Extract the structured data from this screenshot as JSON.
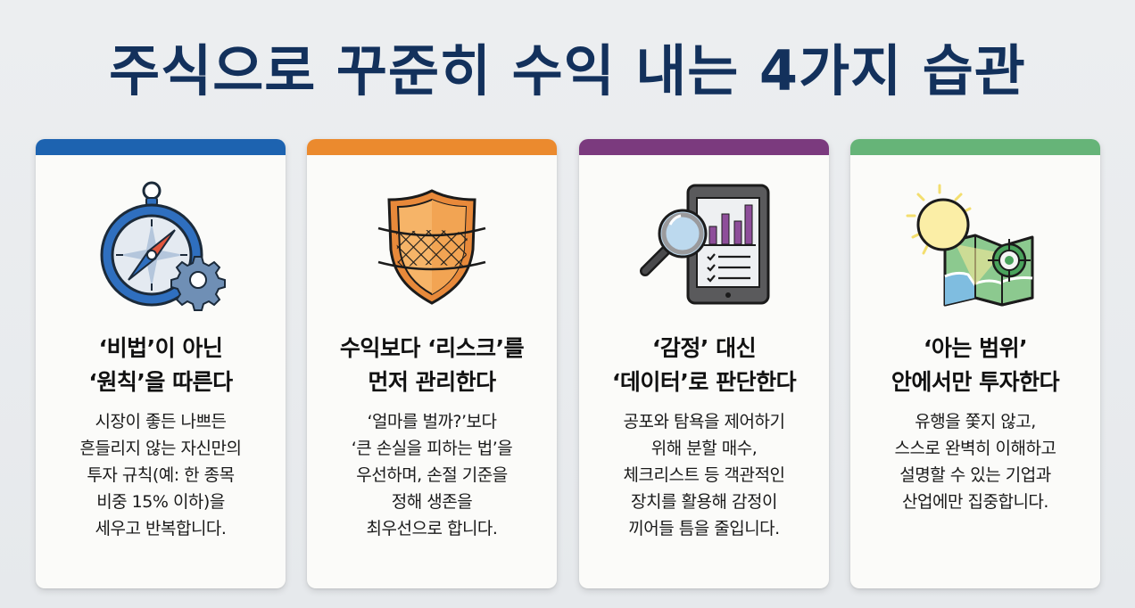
{
  "title": "주식으로 꾸준히 수익 내는 4가지 습관",
  "colors": {
    "title": "#13315c",
    "card1_accent": "#1d63b0",
    "card2_accent": "#eb8a2e",
    "card3_accent": "#7b3a7e",
    "card4_accent": "#66b478"
  },
  "cards": [
    {
      "icon": "compass-gear-icon",
      "heading": "‘비법’이 아닌\n‘원칙’을 따른다",
      "body": "시장이 좋든 나쁘든\n흔들리지 않는 자신만의\n투자 규칙(예: 한 종목\n비중 15% 이하)을\n세우고 반복합니다."
    },
    {
      "icon": "shield-net-icon",
      "heading": "수익보다 ‘리스크’를\n먼저 관리한다",
      "body": "‘얼마를 벌까?’보다\n‘큰 손실을 피하는 법’을\n우선하며, 손절 기준을\n정해 생존을\n최우선으로 합니다."
    },
    {
      "icon": "tablet-magnifier-chart-icon",
      "heading": "‘감정’ 대신\n‘데이터’로 판단한다",
      "body": "공포와 탐욕을 제어하기\n위해 분할 매수,\n체크리스트 등 객관적인\n장치를 활용해 감정이\n끼어들 틈을 줄입니다."
    },
    {
      "icon": "sun-map-target-icon",
      "heading": "‘아는 범위’\n안에서만 투자한다",
      "body": "유행을 쫓지 않고,\n스스로 완벽히 이해하고\n설명할 수 있는 기업과\n산업에만 집중합니다."
    }
  ]
}
